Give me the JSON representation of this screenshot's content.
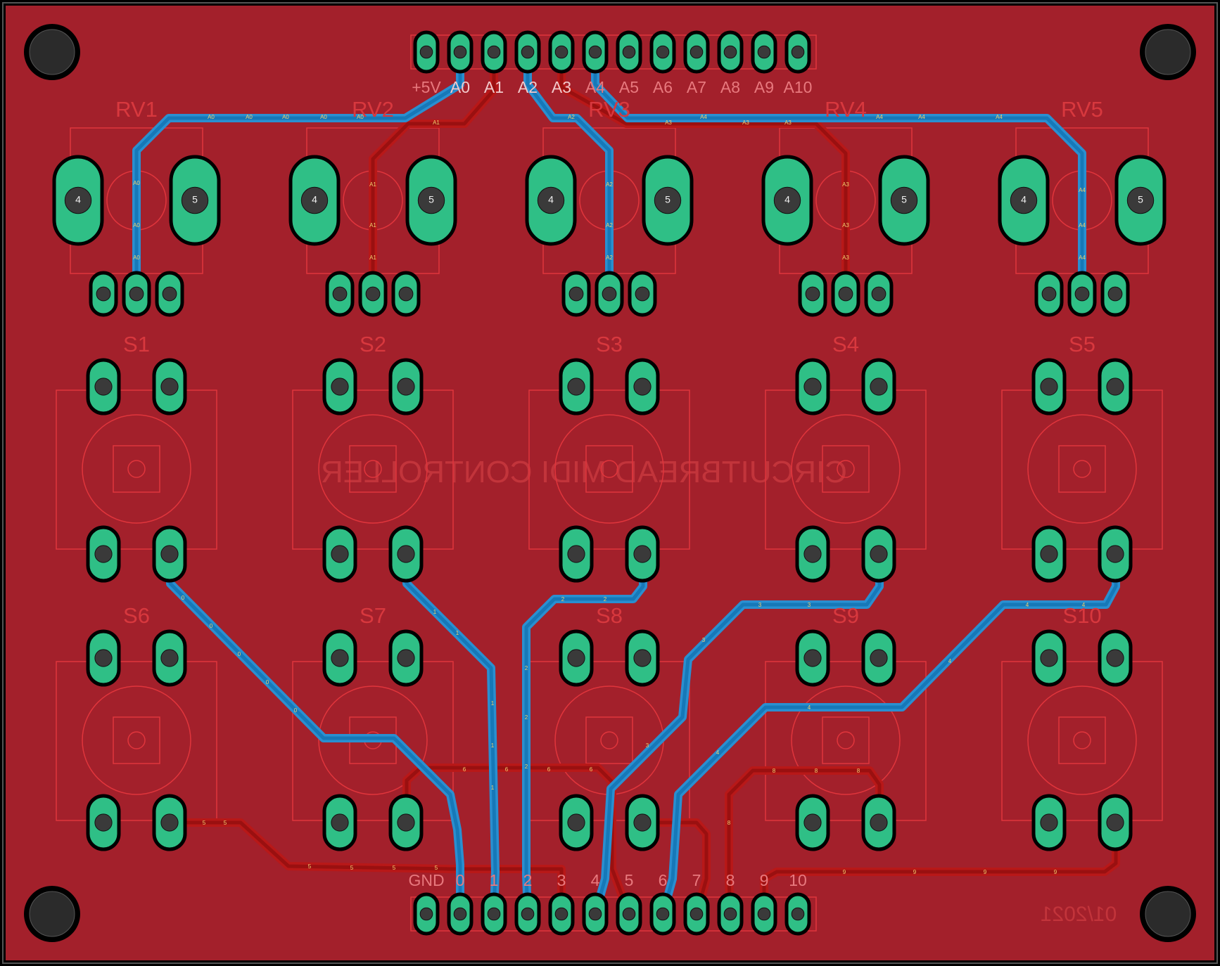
{
  "colors": {
    "board": "#a3202b",
    "frame": "#000000",
    "pad": "#2fbf86",
    "bottom_trace": "#2a8fd0",
    "top_trace": "#b81818",
    "silkscreen": "#d8383e"
  },
  "silkscreen": {
    "title_mirrored": "CIRCUITBREAD MIDI CONTROLLER",
    "date_mirrored": "01/2021"
  },
  "headers": {
    "top": {
      "labels": [
        "+5V",
        "A0",
        "A1",
        "A2",
        "A3",
        "A4",
        "A5",
        "A6",
        "A7",
        "A8",
        "A9",
        "A10"
      ]
    },
    "bottom": {
      "labels": [
        "GND",
        "0",
        "1",
        "2",
        "3",
        "4",
        "5",
        "6",
        "7",
        "8",
        "9",
        "10"
      ]
    }
  },
  "potentiometers": [
    {
      "ref": "RV1",
      "pad_left": "4",
      "pad_right": "5"
    },
    {
      "ref": "RV2",
      "pad_left": "4",
      "pad_right": "5"
    },
    {
      "ref": "RV3",
      "pad_left": "4",
      "pad_right": "5"
    },
    {
      "ref": "RV4",
      "pad_left": "4",
      "pad_right": "5"
    },
    {
      "ref": "RV5",
      "pad_left": "4",
      "pad_right": "5"
    }
  ],
  "switches": [
    {
      "ref": "S1"
    },
    {
      "ref": "S2"
    },
    {
      "ref": "S3"
    },
    {
      "ref": "S4"
    },
    {
      "ref": "S5"
    },
    {
      "ref": "S6"
    },
    {
      "ref": "S7"
    },
    {
      "ref": "S8"
    },
    {
      "ref": "S9"
    },
    {
      "ref": "S10"
    }
  ],
  "net_labels": {
    "a0": "A0",
    "a1": "A1",
    "a2": "A2",
    "a3": "A3",
    "a4": "A4",
    "n0": "0",
    "n1": "1",
    "n2": "2",
    "n3": "3",
    "n4": "4",
    "n5": "5",
    "n6": "6",
    "n8": "8",
    "n9": "9"
  }
}
